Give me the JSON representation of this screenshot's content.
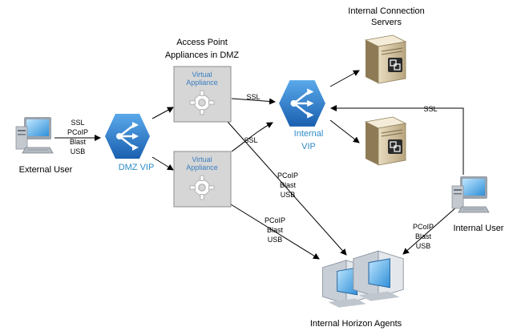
{
  "colors": {
    "vip_blue": "#1f6fc1",
    "vip_text": "#2e8bc8",
    "appliance_fill": "#d6d6d6",
    "appliance_text": "#3a7fc1"
  },
  "labels": {
    "internal_connection_servers": [
      "Internal Connection",
      "Servers"
    ],
    "access_point_title": [
      "Access Point",
      "Appliances in DMZ"
    ],
    "virtual_appliance": [
      "Virtual",
      "Appliance"
    ],
    "external_user": "External User",
    "dmz_vip": "DMZ VIP",
    "internal_vip": [
      "Internal",
      "VIP"
    ],
    "internal_user": "Internal User",
    "internal_horizon_agents": "Internal Horizon Agents"
  },
  "protocols": {
    "external_user": [
      "SSL",
      "PCoIP",
      "Blast",
      "USB"
    ],
    "appliance_to_vip_top": "SSL",
    "appliance_to_vip_bottom": "SSL",
    "internal_user_to_vip": "SSL",
    "top_appliance_to_agents": [
      "PCoIP",
      "Blast",
      "USB"
    ],
    "bottom_appliance_to_agents": [
      "PCoIP",
      "Blast",
      "USB"
    ],
    "internal_user_to_agents": [
      "PCoIP",
      "Blast",
      "USB"
    ]
  },
  "icons": [
    "computer-icon",
    "vip-icon",
    "gear-icon",
    "server-icon",
    "virtual-desktop-icon"
  ]
}
